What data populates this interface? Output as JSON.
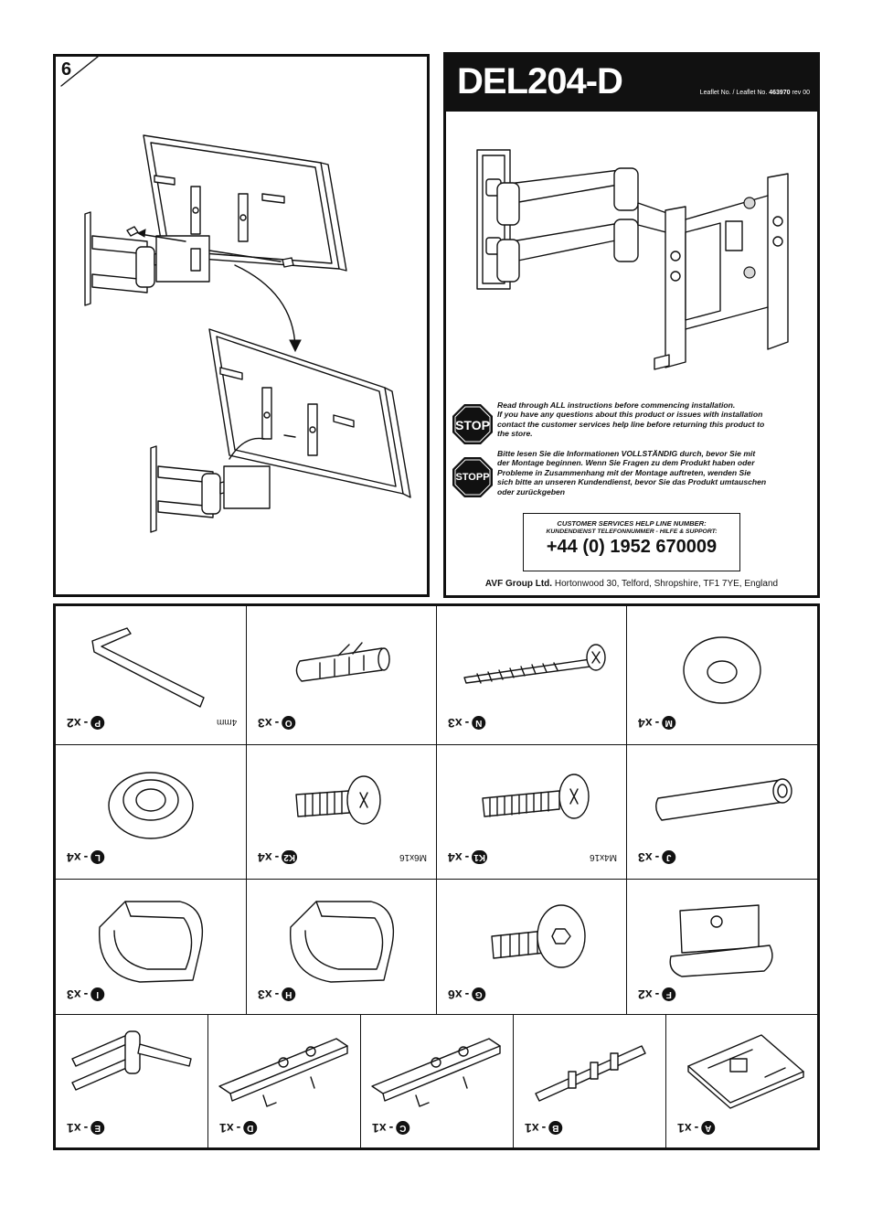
{
  "step": {
    "number": "6"
  },
  "header": {
    "model": "DEL204-D",
    "leaflet_label": "Leaflet No. / Leaflet No.",
    "leaflet_number": "463970",
    "revision": "rev 00"
  },
  "warnings": {
    "stop_sign_en": "STOP",
    "stop_sign_de": "STOPP",
    "english_lines": [
      "Read through ALL instructions before commencing installation.",
      "If you have any questions about this product or issues with installation",
      "contact the customer services help line before returning this product to",
      "the store."
    ],
    "german_lines": [
      "Bitte lesen Sie die Informationen VOLLSTÄNDIG durch, bevor Sie mit",
      "der Montage beginnen.  Wenn Sie Fragen zu dem Produkt haben oder",
      "Probleme in Zusammenhang mit der Montage auftreten, wenden Sie",
      "sich bitte an unseren Kundendienst, bevor Sie das Produkt umtauschen",
      "oder zurückgeben"
    ]
  },
  "helpline": {
    "label_en": "CUSTOMER SERVICES HELP LINE NUMBER:",
    "label_de": "KUNDENDIENST TELEFONNUMMER - HILFE & SUPPORT:",
    "phone": "+44 (0) 1952 670009"
  },
  "company": {
    "name": "AVF Group Ltd.",
    "address": "Hortonwood 30, Telford, Shropshire, TF1 7YE, England"
  },
  "parts": [
    {
      "letter": "P",
      "qty": "x2",
      "spec": "4mm",
      "icon": "allen-key-icon"
    },
    {
      "letter": "O",
      "qty": "x3",
      "spec": "",
      "icon": "wall-plug-icon"
    },
    {
      "letter": "N",
      "qty": "x3",
      "spec": "",
      "icon": "wood-screw-icon"
    },
    {
      "letter": "M",
      "qty": "x4",
      "spec": "",
      "icon": "washer-icon"
    },
    {
      "letter": "L",
      "qty": "x4",
      "spec": "",
      "icon": "spacer-washer-icon"
    },
    {
      "letter": "K2",
      "qty": "x4",
      "spec": "M6x16",
      "icon": "bolt-m6-icon"
    },
    {
      "letter": "K1",
      "qty": "x4",
      "spec": "M4x16",
      "icon": "bolt-m4-icon"
    },
    {
      "letter": "J",
      "qty": "x3",
      "spec": "",
      "icon": "spacer-tube-icon"
    },
    {
      "letter": "I",
      "qty": "x3",
      "spec": "",
      "icon": "cable-clip-icon"
    },
    {
      "letter": "H",
      "qty": "x3",
      "spec": "",
      "icon": "cable-clip-large-icon"
    },
    {
      "letter": "G",
      "qty": "x6",
      "spec": "",
      "icon": "hex-bolt-icon"
    },
    {
      "letter": "F",
      "qty": "x2",
      "spec": "",
      "icon": "bracket-cap-icon"
    },
    {
      "letter": "E",
      "qty": "x1",
      "spec": "",
      "icon": "swing-arm-icon"
    },
    {
      "letter": "D",
      "qty": "x1",
      "spec": "",
      "icon": "tv-bracket-d-icon"
    },
    {
      "letter": "C",
      "qty": "x1",
      "spec": "",
      "icon": "tv-bracket-c-icon"
    },
    {
      "letter": "B",
      "qty": "x1",
      "spec": "",
      "icon": "rail-bracket-icon"
    },
    {
      "letter": "A",
      "qty": "x1",
      "spec": "",
      "icon": "wall-plate-icon"
    }
  ]
}
